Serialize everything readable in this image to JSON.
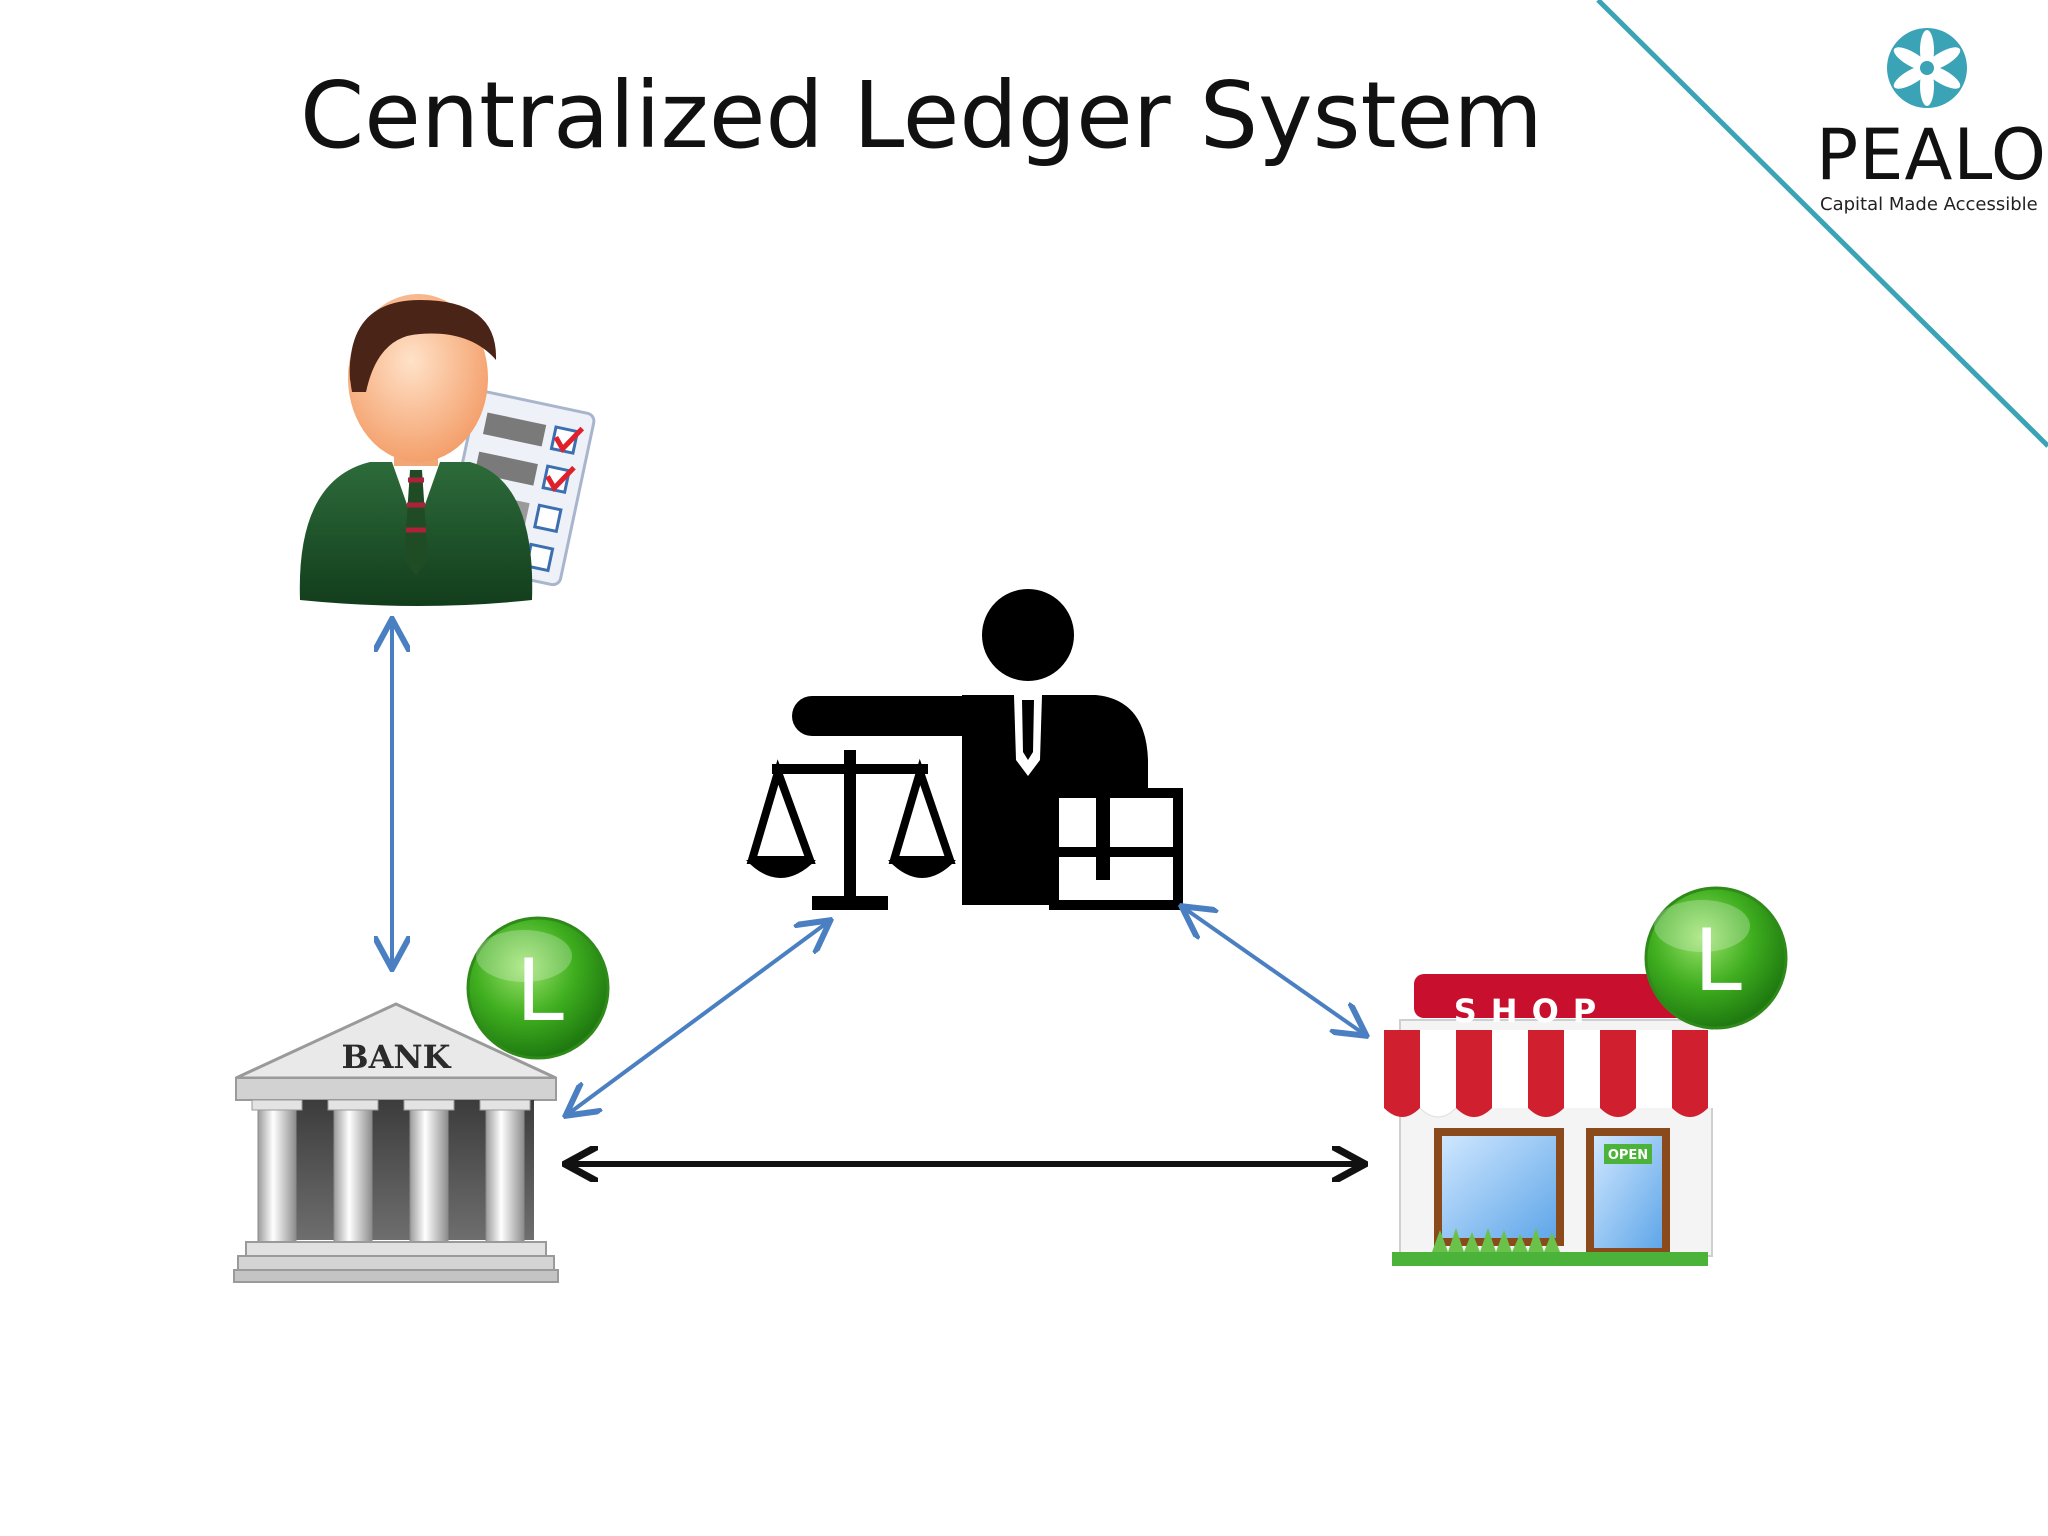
{
  "slide": {
    "title": "Centralized Ledger System"
  },
  "logo": {
    "name": "PEALO",
    "tagline": "Capital Made Accessible",
    "accent": "#3aa3b5"
  },
  "bank": {
    "label": "BANK",
    "badge": "L"
  },
  "shop": {
    "label": "SHOP",
    "door_sign": "OPEN",
    "badge": "L"
  },
  "colors": {
    "arrow_blue": "#4a7fc1",
    "arrow_black": "#111111",
    "badge_green": "#3fae1f"
  },
  "icons": [
    "businessman-icon",
    "judge-scales-icon",
    "bank-icon",
    "shop-icon",
    "ledger-badge-icon",
    "pealo-logo-icon"
  ]
}
